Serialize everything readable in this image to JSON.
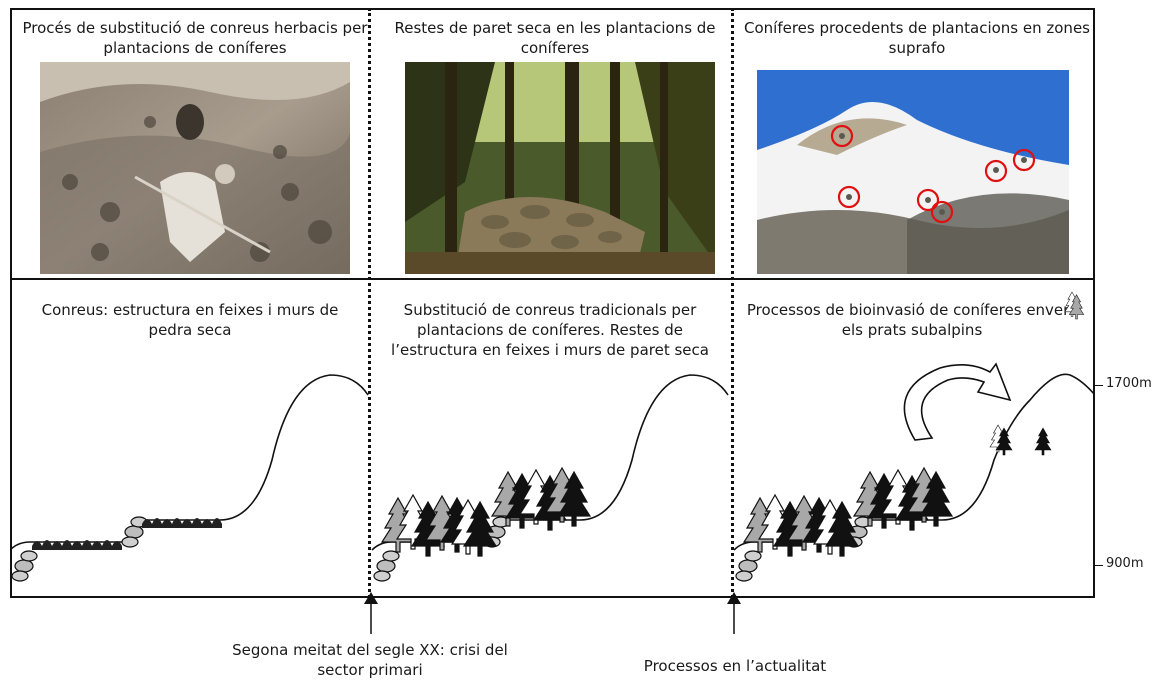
{
  "panels": {
    "top": [
      {
        "caption": "Procés de substitució de conreus herbacis per plantacions de coníferes"
      },
      {
        "caption": "Restes de paret seca en les plantacions de coníferes"
      },
      {
        "caption": "Coníferes procedents de plantacions en zones suprafo"
      }
    ],
    "bottom": [
      {
        "caption": "Conreus: estructura en feixes i murs de pedra seca"
      },
      {
        "caption": "Substitució de conreus tradicionals per plantacions de coníferes. Restes de l’estructura en feixes i murs de paret seca"
      },
      {
        "caption": "Processos de bioinvasió de coníferes envers els prats subalpins"
      }
    ]
  },
  "altitudes": {
    "high": "1700m",
    "low": "900m"
  },
  "timeline": {
    "marker1": "Segona meitat del segle XX: crisi del sector primari",
    "marker2": "Processos en l’actualitat"
  },
  "colors": {
    "highlight_circle": "#e01010",
    "sky": "#2f6fd0"
  }
}
